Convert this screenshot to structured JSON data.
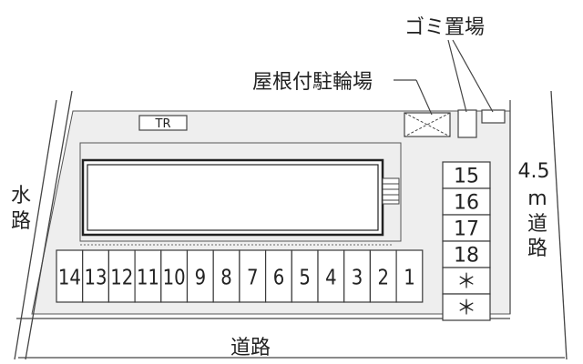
{
  "labels": {
    "garbage": "ゴミ置場",
    "bicycle": "屋根付駐輪場",
    "transformer": "TR",
    "waterway_char1": "水",
    "waterway_char2": "路",
    "road_bottom": "道路",
    "road_width": "4.5",
    "road_right_m": "m",
    "road_right_char1": "道",
    "road_right_char2": "路"
  },
  "parking": {
    "bottom_row": [
      "14",
      "13",
      "12",
      "11",
      "10",
      "9",
      "8",
      "7",
      "6",
      "5",
      "4",
      "3",
      "2",
      "1"
    ],
    "right_column": [
      "15",
      "16",
      "17",
      "18",
      "＊",
      "＊"
    ]
  },
  "colors": {
    "site_fill": "#eeeeee",
    "line": "#3a3a3a",
    "building_fill": "#ffffff",
    "space_fill": "#ffffff"
  }
}
